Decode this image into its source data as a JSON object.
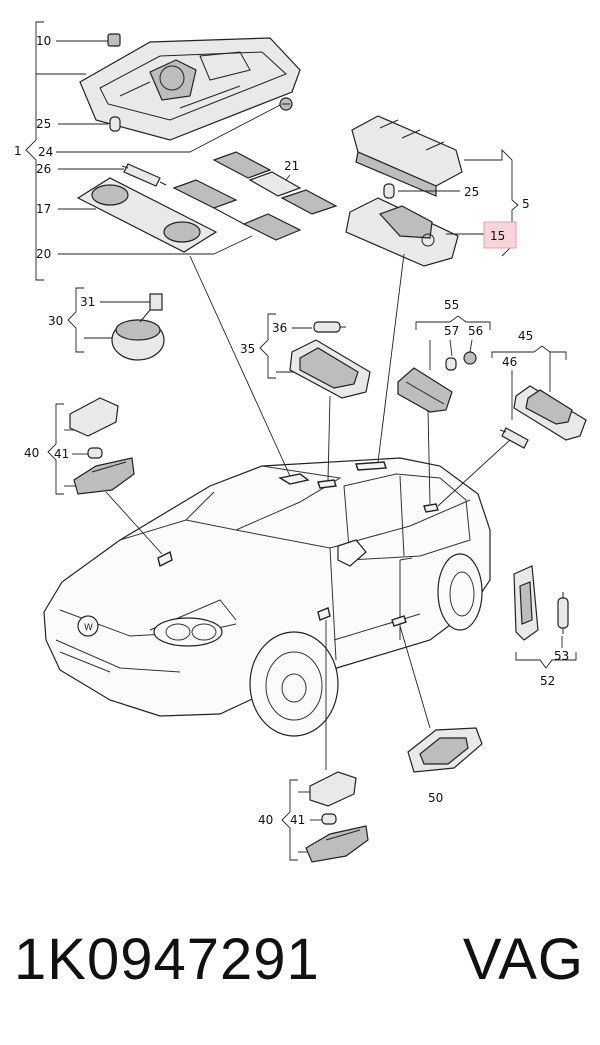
{
  "diagram": {
    "callouts": {
      "c1": "1",
      "c5": "5",
      "c10": "10",
      "c15": "15",
      "c17": "17",
      "c20": "20",
      "c21": "21",
      "c24": "24",
      "c25a": "25",
      "c25b": "25",
      "c26": "26",
      "c30": "30",
      "c31": "31",
      "c35": "35",
      "c36": "36",
      "c40a": "40",
      "c41a": "41",
      "c40b": "40",
      "c41b": "41",
      "c45": "45",
      "c46": "46",
      "c50": "50",
      "c52": "52",
      "c53": "53",
      "c55": "55",
      "c56": "56",
      "c57": "57"
    },
    "highlight_color": "#f9d4da"
  },
  "footer": {
    "part_number": "1K0947291",
    "brand": "VAG"
  }
}
